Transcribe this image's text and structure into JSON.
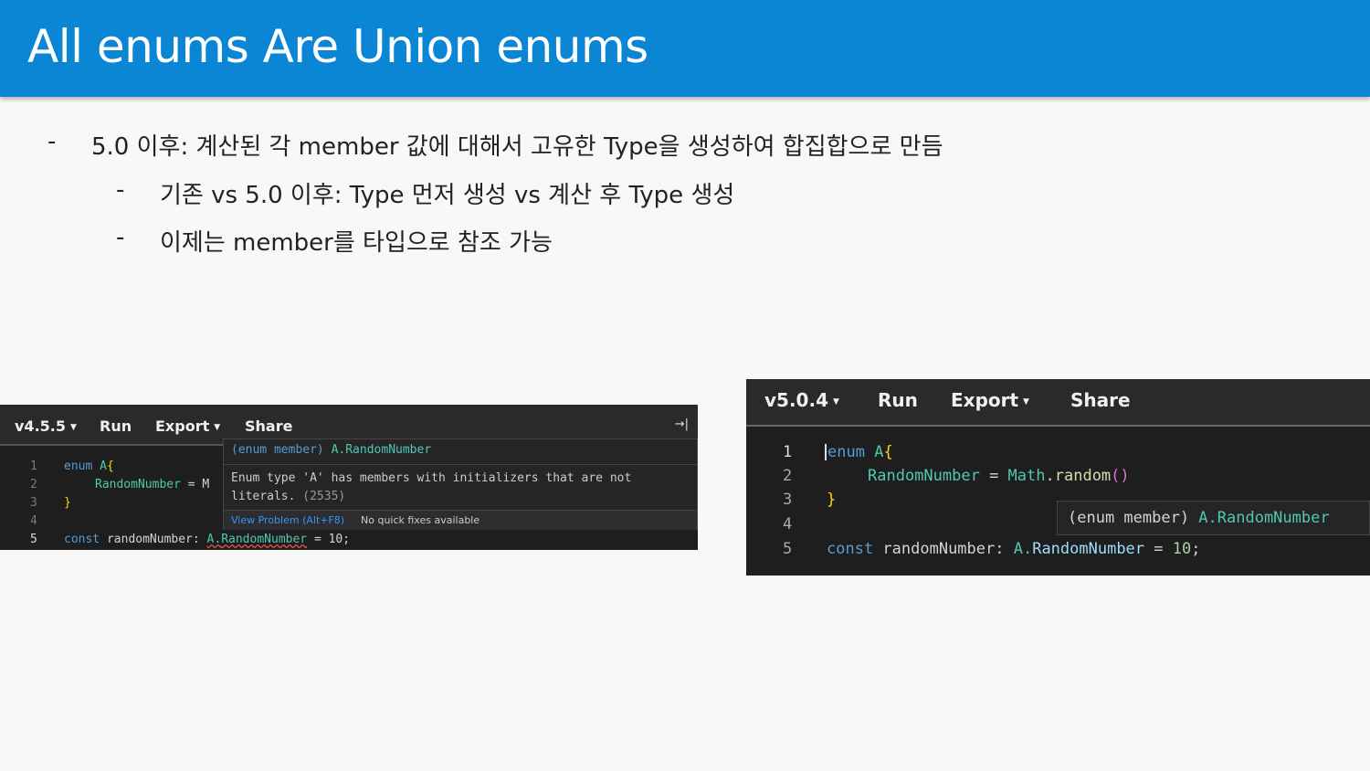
{
  "slide": {
    "title": "All enums Are Union enums",
    "bullets": [
      {
        "dash": "-",
        "text": "5.0 이후: 계산된 각 member 값에 대해서 고유한 Type을 생성하여 합집합으로 만듬"
      },
      {
        "dash": "-",
        "text": "기존 vs 5.0 이후: Type 먼저 생성 vs 계산 후 Type 생성"
      },
      {
        "dash": "-",
        "text": "이제는 member를 타입으로 참조 가능"
      }
    ]
  },
  "left_editor": {
    "toolbar": {
      "version": "v4.5.5",
      "run": "Run",
      "export": "Export",
      "share": "Share",
      "expand_icon": "→|"
    },
    "line_numbers": [
      "1",
      "2",
      "3",
      "4",
      "5"
    ],
    "code": {
      "l1_kw": "enum",
      "l1_name": "A",
      "l1_brace": "{",
      "l2_member": "RandomNumber",
      "l2_eq": " = M",
      "l3_brace": "}",
      "l5_kw": "const",
      "l5_var": " randomNumber: ",
      "l5_type_a": "A.",
      "l5_type_m": "RandomNumber",
      "l5_rest": " = 10;"
    },
    "hover": {
      "sig_open": "(enum member) ",
      "sig_name": "A.RandomNumber",
      "message": "Enum type 'A' has members with initializers that are not literals.",
      "code": "(2535)",
      "view_problem": "View Problem (Alt+F8)",
      "no_fixes": "No quick fixes available"
    }
  },
  "right_editor": {
    "toolbar": {
      "version": "v5.0.4",
      "run": "Run",
      "export": "Export",
      "share": "Share"
    },
    "line_numbers": [
      "1",
      "2",
      "3",
      "4",
      "5"
    ],
    "code": {
      "l1_kw": "enum",
      "l1_name": "A",
      "l1_brace": "{",
      "l2_member": "RandomNumber",
      "l2_eq": " = ",
      "l2_math": "Math",
      "l2_dot": ".",
      "l2_fn": "random",
      "l2_paren": "()",
      "l3_brace": "}",
      "l5_kw": "const",
      "l5_var": " randomNumber: ",
      "l5_type_a": "A.",
      "l5_type_m": "RandomNumber",
      "l5_eq": " = ",
      "l5_num": "10",
      "l5_semi": ";"
    },
    "hover": {
      "sig_open": "(enum member) ",
      "sig_name": "A.RandomNumber"
    }
  }
}
